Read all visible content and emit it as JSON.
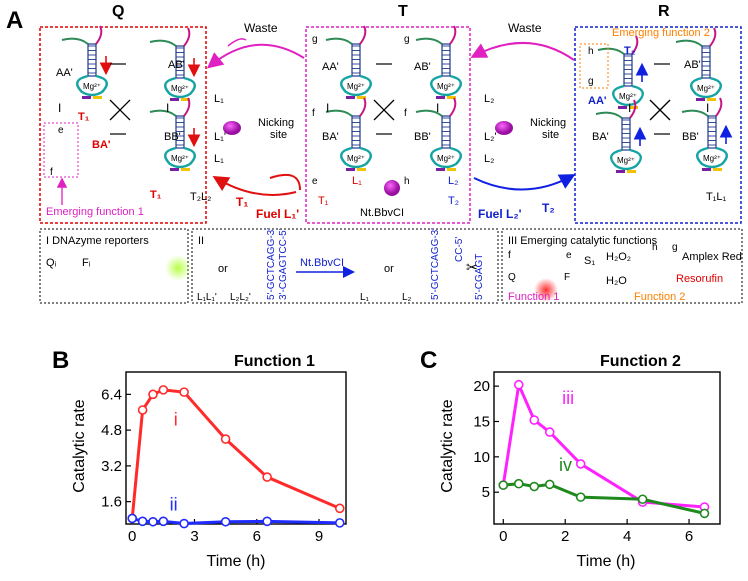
{
  "panel_a": {
    "letter": "A",
    "states": [
      "Q",
      "T",
      "R"
    ],
    "duplex_labels": {
      "aa": "AA'",
      "ab": "AB'",
      "ba": "BA'",
      "bb": "BB'",
      "aa_r": "AA'",
      "ba_q": "BA'"
    },
    "mg": "Mg²⁺",
    "not_sym": "I",
    "emerging1": "Emerging function 1",
    "emerging2": "Emerging function 2",
    "waste1": "Waste",
    "waste2": "Waste",
    "l1": "L₁",
    "l1p": "L₁'",
    "l2": "L₂",
    "l2p": "L₂'",
    "nick1": "Nicking\nsite",
    "nick2": "Nicking\nsite",
    "fuel1": "Fuel L₁'",
    "fuel2": "Fuel L₂'",
    "t1": "T₁",
    "t2": "T₂",
    "t2l2": "T₂L₂",
    "t1l1": "T₁L₁",
    "enzyme": "Nt.BbvCI",
    "letters": {
      "e": "e",
      "f": "f",
      "g": "g",
      "h": "h"
    },
    "box1_title": "I  DNAzyme reporters",
    "box1_q": "Qᵢ",
    "box1_f": "Fᵢ",
    "box2_title": "II",
    "box2_seq1a": "5'-GCTCAGG-3'",
    "box2_seq1b": "3'-CGAGTCC-5'",
    "box2_or": "or",
    "box2_l1l1p": "L₁L₁'",
    "box2_l2l2p": "L₂L₂'",
    "box2_enzyme": "Nt.BbvCI",
    "box2_l1": "L₁",
    "box2_l2": "L₂",
    "box2_seq2a": "5'-GCTCAGG-3'",
    "box2_seq2b": "5'-CGAGT",
    "box2_seq2c": "CC-5'",
    "box3_title": "III  Emerging catalytic functions",
    "box3_s1": "S₁",
    "box3_q": "Q",
    "box3_f": "F",
    "box3_func1": "Function 1",
    "box3_h2o2": "H₂O₂",
    "box3_h2o": "H₂O",
    "box3_amplex": "Amplex Red",
    "box3_resorufin": "Resorufin",
    "box3_func2": "Function 2"
  },
  "panel_b": {
    "letter": "B",
    "title": "Function 1",
    "ylabel": "Catalytic rate",
    "xlabel": "Time (h)"
  },
  "panel_c": {
    "letter": "C",
    "title": "Function 2",
    "ylabel": "Catalytic rate",
    "xlabel": "Time (h)"
  },
  "chart_data": [
    {
      "type": "line",
      "title": "Function 1",
      "xlabel": "Time (h)",
      "ylabel": "Catalytic rate",
      "xlim": [
        -0.3,
        10.3
      ],
      "ylim": [
        0.6,
        7.4
      ],
      "xticks": [
        0,
        3,
        6,
        9
      ],
      "yticks": [
        1.6,
        3.2,
        4.8,
        6.4
      ],
      "series": [
        {
          "name": "i",
          "color": "#ff2a2a",
          "x": [
            0,
            0.5,
            1,
            1.5,
            2.5,
            4.5,
            6.5,
            10
          ],
          "y": [
            0.85,
            5.7,
            6.4,
            6.6,
            6.5,
            4.4,
            2.7,
            1.3
          ]
        },
        {
          "name": "ii",
          "color": "#1f2bff",
          "x": [
            0,
            0.5,
            1,
            1.5,
            2.5,
            4.5,
            6.5,
            10
          ],
          "y": [
            0.85,
            0.72,
            0.7,
            0.72,
            0.62,
            0.7,
            0.72,
            0.65
          ]
        }
      ]
    },
    {
      "type": "line",
      "title": "Function 2",
      "xlabel": "Time (h)",
      "ylabel": "Catalytic rate",
      "xlim": [
        -0.3,
        7
      ],
      "ylim": [
        0.5,
        22
      ],
      "xticks": [
        0,
        2,
        4,
        6
      ],
      "yticks": [
        5,
        10,
        15,
        20
      ],
      "series": [
        {
          "name": "iii",
          "color": "#ff22ff",
          "x": [
            0,
            0.5,
            1,
            1.5,
            2.5,
            4.5,
            6.5
          ],
          "y": [
            6,
            20.2,
            15.2,
            13.5,
            9,
            3.6,
            2.9
          ]
        },
        {
          "name": "iv",
          "color": "#1e8a1e",
          "x": [
            0,
            0.5,
            1,
            1.5,
            2.5,
            4.5,
            6.5
          ],
          "y": [
            6,
            6.2,
            5.8,
            6.1,
            4.3,
            4,
            2
          ]
        }
      ]
    }
  ]
}
